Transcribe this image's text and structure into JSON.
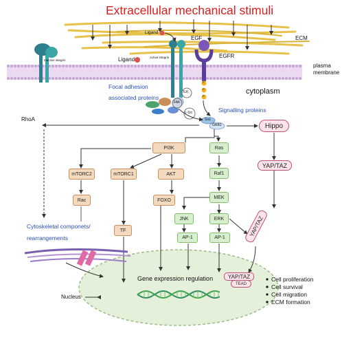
{
  "header": {
    "title": "Extracellular mechanical stimuli"
  },
  "labels": {
    "ecm": "ECM",
    "ligand_top": "Ligand",
    "ligand_mid": "Ligand",
    "inactive_integrin": "Inactive integrin",
    "active_integrin": "Active integrin",
    "egf": "EGF",
    "egfr": "EGFR",
    "plasma_membrane_1": "plasma",
    "plasma_membrane_2": "membrane",
    "cytoplasm": "cytoplasm",
    "focal_adhesion_1": "Focal adhesion",
    "focal_adhesion_2": "associated proteins",
    "signalling_proteins": "Signalling proteins",
    "ilk": "ILK",
    "fak": "FAK",
    "c_src": "c-Src",
    "sos": "Sos",
    "grb2": "GRB2",
    "rhoa": "RhoA",
    "cytoskeletal_1": "Cytoskeletal componets/",
    "cytoskeletal_2": "rearrangements",
    "nucleus": "Nucleus",
    "gene_expression": "Gene expression regulation",
    "tead": "TEAD",
    "yap_taz_nucleus": "YAP/TAZ",
    "yap_taz_diag": "YAP/TAZ",
    "p": "P"
  },
  "nodes": {
    "hippo": "Hippo",
    "yap_taz": "YAP/TAZ",
    "pi3k": "PI3K",
    "mtorc2": "mTORC2",
    "mtorc1": "mTORC1",
    "akt": "AKT",
    "rac": "Rac",
    "foxo": "FOXO",
    "tf": "TF",
    "ras": "Ras",
    "raf1": "Raf1",
    "mek": "MEK",
    "jnk": "JNK",
    "erk": "ERK",
    "ap1_left": "AP-1",
    "ap1_right": "AP-1"
  },
  "outcomes": [
    "Cell proliferation",
    "Cell survival",
    "Cell migration",
    "ECM formation"
  ],
  "colors": {
    "title_red": "#d81e1e",
    "ecm_gold": "#e6c24a",
    "membrane_purple": "#c6a6d6",
    "nucleus_green": "#e5f0da",
    "blue_text": "#2a4fbf",
    "orange_box": "#f3d9bd",
    "green_box": "#d8efcf",
    "pink_box": "#fde4ea"
  }
}
